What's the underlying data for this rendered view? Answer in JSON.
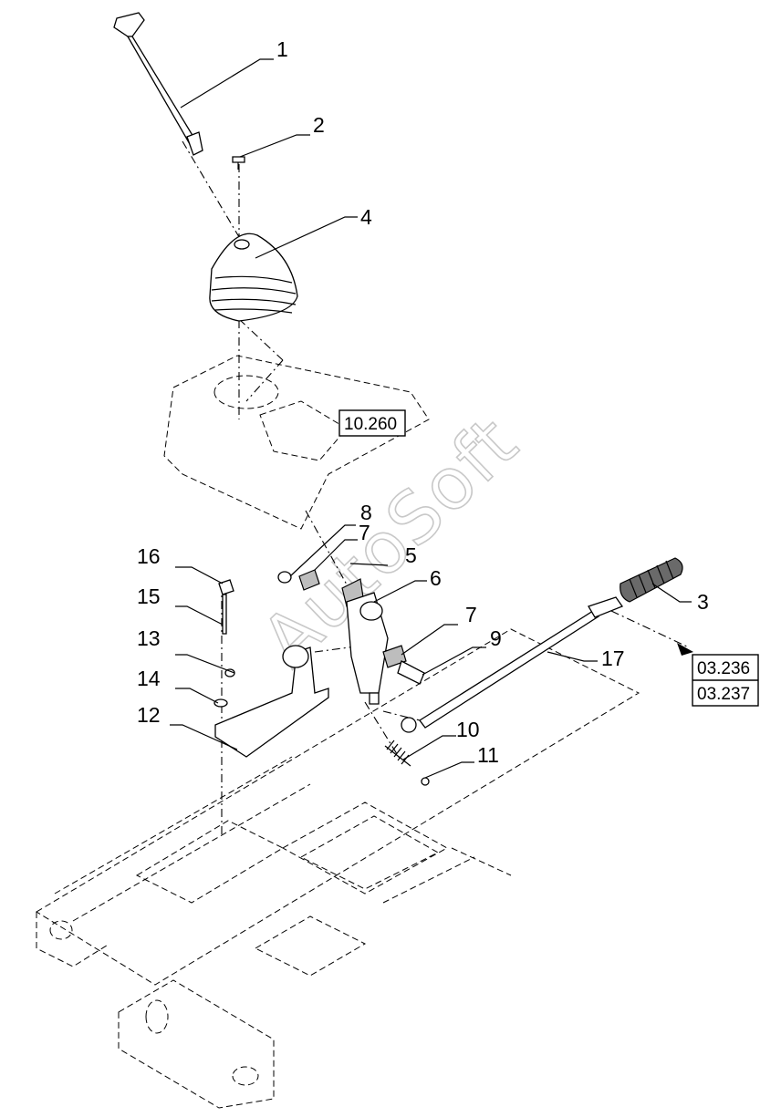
{
  "diagram": {
    "watermark": "AutoSoft",
    "callouts": [
      {
        "id": "c1",
        "label": "1"
      },
      {
        "id": "c2",
        "label": "2"
      },
      {
        "id": "c3",
        "label": "3"
      },
      {
        "id": "c4",
        "label": "4"
      },
      {
        "id": "c5",
        "label": "5"
      },
      {
        "id": "c6",
        "label": "6"
      },
      {
        "id": "c7a",
        "label": "7"
      },
      {
        "id": "c7b",
        "label": "7"
      },
      {
        "id": "c8",
        "label": "8"
      },
      {
        "id": "c9",
        "label": "9"
      },
      {
        "id": "c10",
        "label": "10"
      },
      {
        "id": "c11",
        "label": "11"
      },
      {
        "id": "c12",
        "label": "12"
      },
      {
        "id": "c13",
        "label": "13"
      },
      {
        "id": "c14",
        "label": "14"
      },
      {
        "id": "c15",
        "label": "15"
      },
      {
        "id": "c16",
        "label": "16"
      },
      {
        "id": "c17",
        "label": "17"
      }
    ],
    "references": {
      "cover_ref": "10.260",
      "rod_ref_1": "03.236",
      "rod_ref_2": "03.237"
    }
  }
}
